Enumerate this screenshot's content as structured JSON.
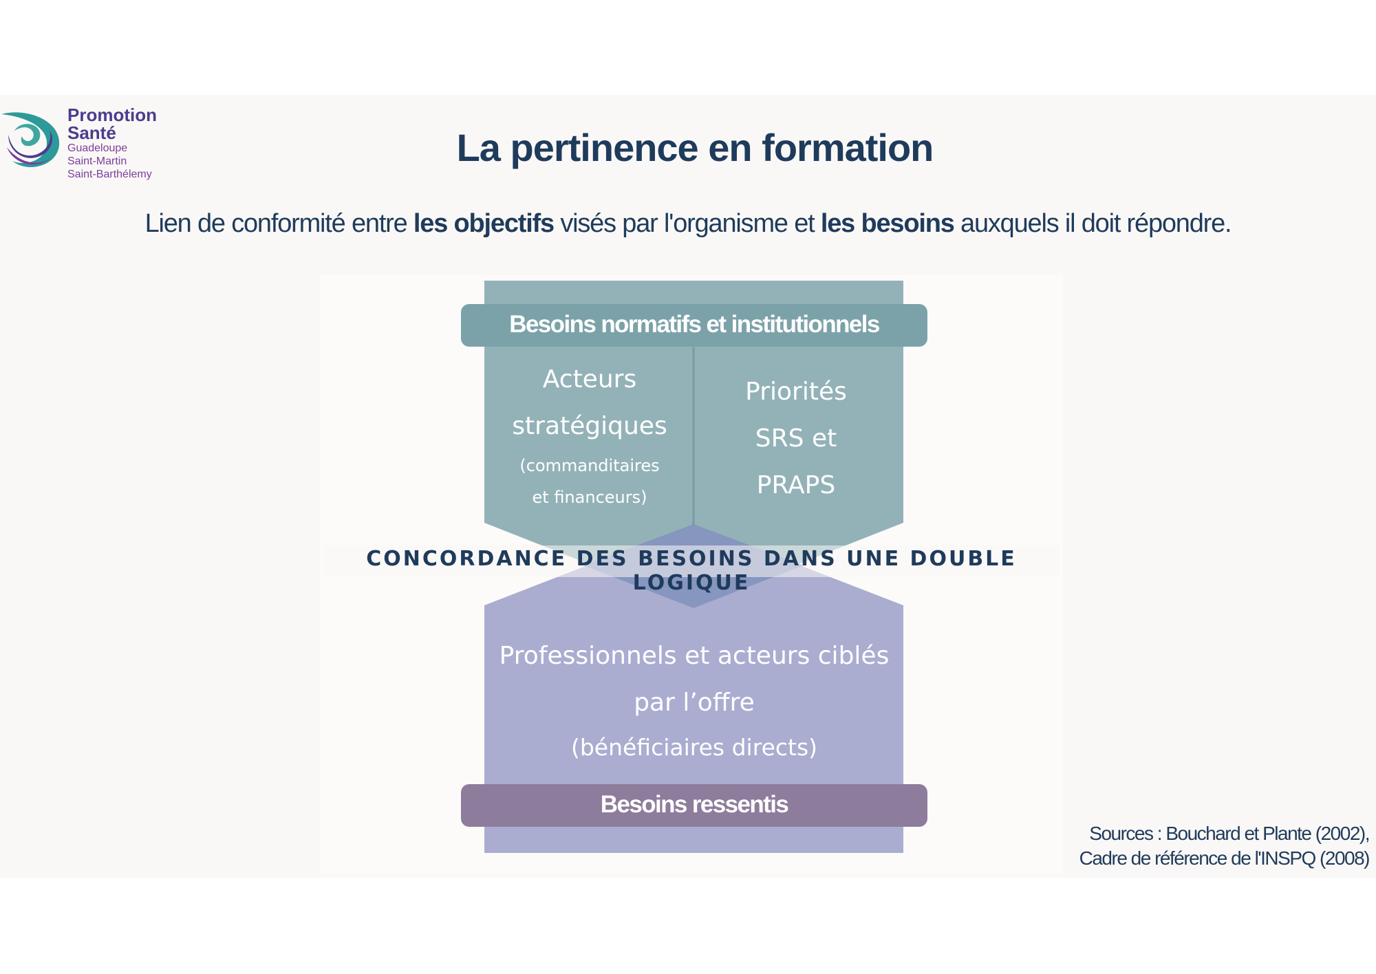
{
  "logo": {
    "line1": "Promotion",
    "line2": "Santé",
    "line3": "Guadeloupe",
    "line4": "Saint-Martin",
    "line5": "Saint-Barthélemy"
  },
  "title": "La pertinence en formation",
  "subtitle": {
    "part1": "Lien de conformité entre ",
    "bold1": "les objectifs",
    "part2": " visés par l'organisme et ",
    "bold2": "les besoins",
    "part3": " auxquels il doit répondre."
  },
  "diagram": {
    "top_band": "Besoins normatifs et institutionnels",
    "left_box": {
      "line1": "Acteurs",
      "line2": "stratégiques",
      "line3": "(commanditaires",
      "line4": "et financeurs)"
    },
    "right_box": {
      "line1": "Priorités",
      "line2": "SRS et",
      "line3": "PRAPS"
    },
    "center_label": "CONCORDANCE DES BESOINS DANS UNE DOUBLE LOGIQUE",
    "bottom_box": {
      "line1": "Professionnels et acteurs ciblés",
      "line2": "par l’offre",
      "line3": "(bénéficiaires directs)"
    },
    "bottom_band": "Besoins ressentis",
    "colors": {
      "top_box": "#93b2b8",
      "top_band": "#7ca2a9",
      "bottom_box": "#aaadd0",
      "bottom_band": "#8e7c9c",
      "overlap": "#8696bf"
    }
  },
  "sources": {
    "line1": "Sources : Bouchard et Plante (2002),",
    "line2": "Cadre de référence de l'INSPQ (2008)"
  }
}
